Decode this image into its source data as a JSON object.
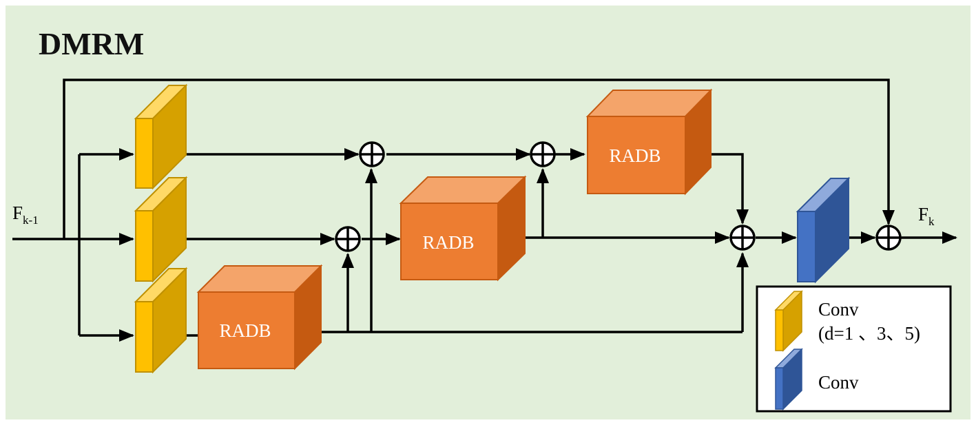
{
  "diagram": {
    "title": "DMRM",
    "input_label": {
      "main": "F",
      "sub": "k-1"
    },
    "output_label": {
      "main": "F",
      "sub": "k"
    },
    "radb_label": "RADB",
    "colors": {
      "background": "#e2efda",
      "conv_yellow_front": "#ffc000",
      "conv_yellow_side": "#d6a100",
      "conv_yellow_top": "#ffd966",
      "conv_yellow_edge": "#bf9000",
      "conv_blue_front": "#4472c4",
      "conv_blue_side": "#2f5597",
      "conv_blue_top": "#8faadc",
      "conv_blue_edge": "#2f5597",
      "radb_front": "#ed7d31",
      "radb_side": "#c55a11",
      "radb_top": "#f4a46a",
      "radb_edge": "#c55a11"
    },
    "legend": {
      "items": [
        {
          "lines": [
            "Conv",
            "(d=1 、3、5)"
          ],
          "icon": "yellow-conv-icon"
        },
        {
          "lines": [
            "Conv"
          ],
          "icon": "blue-conv-icon"
        }
      ]
    }
  }
}
